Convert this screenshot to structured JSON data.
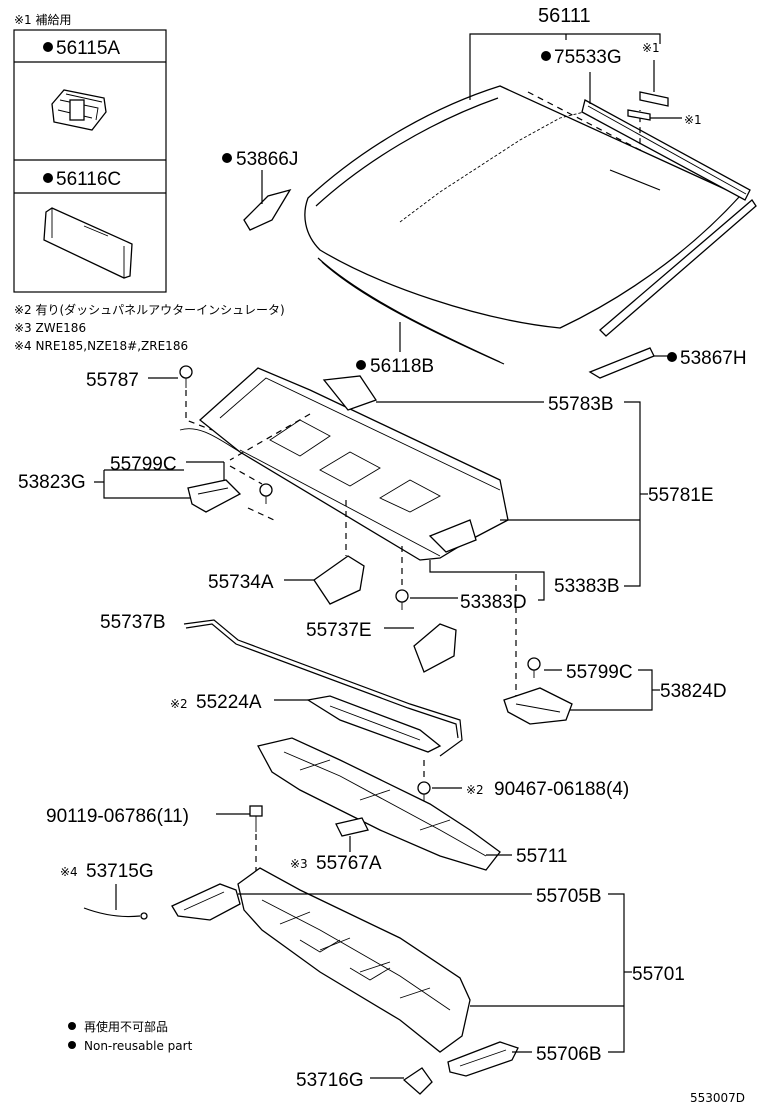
{
  "notes": {
    "n1": "※1 補給用",
    "n2": "※2 有り(ダッシュパネルアウターインシュレータ)",
    "n3": "※3 ZWE186",
    "n4": "※4 NRE185,NZE18#,ZRE186",
    "legend_jp": "再使用不可部品",
    "legend_en": "Non-reusable part"
  },
  "inset": {
    "part1": "56115A",
    "part2": "56116C"
  },
  "labels": {
    "p56111": "56111",
    "p75533G": "75533G",
    "p53866J": "53866J",
    "p56118B": "56118B",
    "p53867H": "53867H",
    "p55787": "55787",
    "p55783B": "55783B",
    "p53823G": "53823G",
    "p55799C_a": "55799C",
    "p55781E": "55781E",
    "p55734A": "55734A",
    "p53383B": "53383B",
    "p53383D": "53383D",
    "p55737B": "55737B",
    "p55737E": "55737E",
    "p55799C_b": "55799C",
    "p53824D": "53824D",
    "p55224A": "55224A",
    "p90467": "90467-06188(4)",
    "p90119": "90119-06786(11)",
    "p55711": "55711",
    "p53715G": "53715G",
    "p55767A": "55767A",
    "p55705B": "55705B",
    "p55701": "55701",
    "p55706B": "55706B",
    "p53716G": "53716G"
  },
  "marks": {
    "x1": "※1",
    "x2": "※2",
    "x3": "※3",
    "x4": "※4"
  },
  "diagram_code": "553007D"
}
